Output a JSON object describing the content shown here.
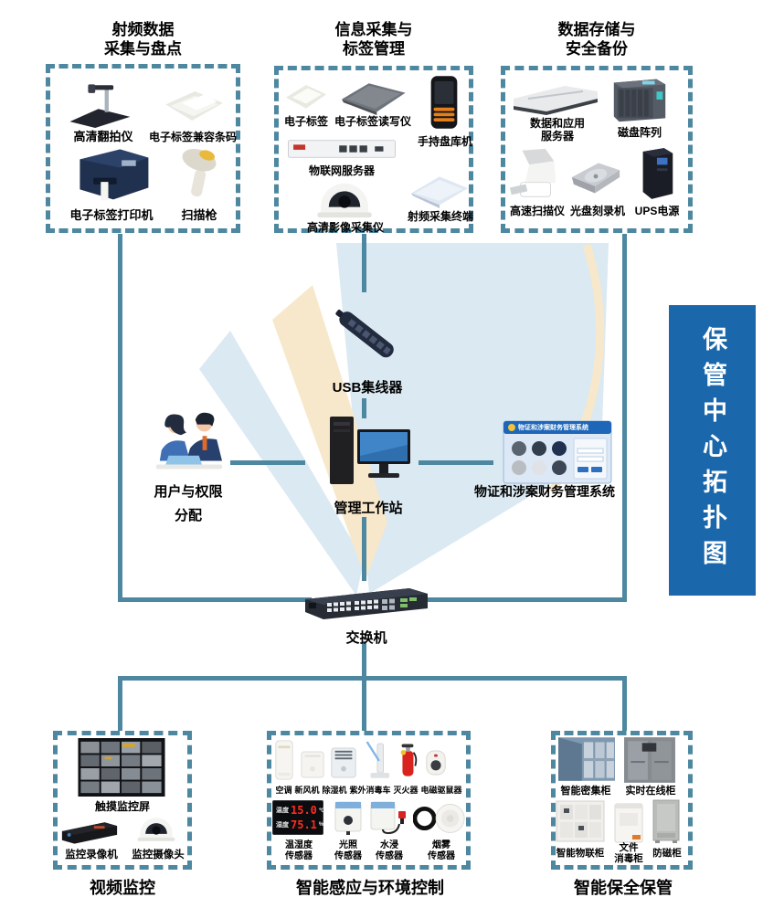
{
  "banner": {
    "text": "保管中心拓扑图"
  },
  "colors": {
    "connector": "#4e87a0",
    "banner_bg": "#1b67ab",
    "banner_text": "#ffffff",
    "watermark_blue": "#dbe9f2",
    "watermark_cream": "#f8e8cb",
    "sensor_value_red": "#ff2d1e"
  },
  "top_groups": [
    {
      "title_line1": "射频数据",
      "title_line2": "采集与盘点",
      "items": [
        {
          "label": "高清翻拍仪",
          "icon": "document-camera"
        },
        {
          "label": "电子标签兼容条码",
          "icon": "rfid-labels"
        },
        {
          "label": "电子标签打印机",
          "icon": "label-printer"
        },
        {
          "label": "扫描枪",
          "icon": "barcode-scanner"
        }
      ]
    },
    {
      "title_line1": "信息采集与",
      "title_line2": "标签管理",
      "items": [
        {
          "label": "电子标签",
          "icon": "rfid-label"
        },
        {
          "label": "电子标签读写仪",
          "icon": "label-reader"
        },
        {
          "label": "手持盘库机",
          "icon": "handheld-terminal"
        },
        {
          "label": "物联网服务器",
          "icon": "iot-server"
        },
        {
          "label": "高清影像采集仪",
          "icon": "dome-camera"
        },
        {
          "label": "射频采集终端",
          "icon": "rfid-antenna"
        }
      ]
    },
    {
      "title_line1": "数据存储与",
      "title_line2": "安全备份",
      "items": [
        {
          "label_line1": "数据和应用",
          "label_line2": "服务器",
          "icon": "rack-server"
        },
        {
          "label": "磁盘阵列",
          "icon": "disk-array"
        },
        {
          "label": "高速扫描仪",
          "icon": "high-speed-scanner"
        },
        {
          "label": "光盘刻录机",
          "icon": "disc-burner"
        },
        {
          "label": "UPS电源",
          "icon": "ups"
        }
      ]
    }
  ],
  "middle": {
    "usb_hub": {
      "label": "USB集线器",
      "icon": "usb-hub"
    },
    "user_rights": {
      "line1": "用户与权限",
      "line2": "分配",
      "icon": "team-people"
    },
    "workstation": {
      "label": "管理工作站",
      "icon": "workstation-pc"
    },
    "evidence_system": {
      "label": "物证和涉案财务管理系统",
      "window_title": "物证和涉案财务管理系统",
      "icon": "software-window"
    },
    "switch": {
      "label": "交换机",
      "icon": "network-switch"
    }
  },
  "bottom_groups": [
    {
      "title": "视频监控",
      "items": [
        {
          "label": "触摸监控屏",
          "icon": "cctv-wall"
        },
        {
          "label": "监控录像机",
          "icon": "dvr"
        },
        {
          "label": "监控摄像头",
          "icon": "dome-camera"
        }
      ]
    },
    {
      "title": "智能感应与环境控制",
      "appliances": {
        "items": [
          {
            "label": "空调",
            "icon": "ac-unit"
          },
          {
            "label": "新风机",
            "icon": "fresh-air-unit"
          },
          {
            "label": "除湿机",
            "icon": "dehumidifier"
          },
          {
            "label": "紫外消毒车",
            "icon": "uv-cart"
          },
          {
            "label": "灭火器",
            "icon": "fire-extinguisher"
          },
          {
            "label": "电磁驱鼠器",
            "icon": "rodent-repeller"
          }
        ]
      },
      "sensors": [
        {
          "line1": "温湿度",
          "line2": "传感器",
          "icon": "temp-humidity-display",
          "display": {
            "temp_label": "温度",
            "temp": "15.0",
            "temp_unit": "℃",
            "hum_label": "湿度",
            "hum": "75.1",
            "hum_unit": "%"
          }
        },
        {
          "line1": "光照",
          "line2": "传感器",
          "icon": "light-sensor"
        },
        {
          "line1": "水浸",
          "line2": "传感器",
          "icon": "water-sensor"
        },
        {
          "line1": "烟雾",
          "line2": "传感器",
          "icon": "smoke-sensor"
        }
      ]
    },
    {
      "title": "智能保全保管",
      "items": [
        {
          "label": "智能密集柜",
          "icon": "compact-shelving"
        },
        {
          "label": "实时在线柜",
          "icon": "online-cabinet"
        },
        {
          "label": "智能物联柜",
          "icon": "iot-cabinet"
        },
        {
          "label_line1": "文件",
          "label_line2": "消毒柜",
          "icon": "disinfect-cabinet"
        },
        {
          "label": "防磁柜",
          "icon": "antimagnetic-cabinet"
        }
      ]
    }
  ]
}
